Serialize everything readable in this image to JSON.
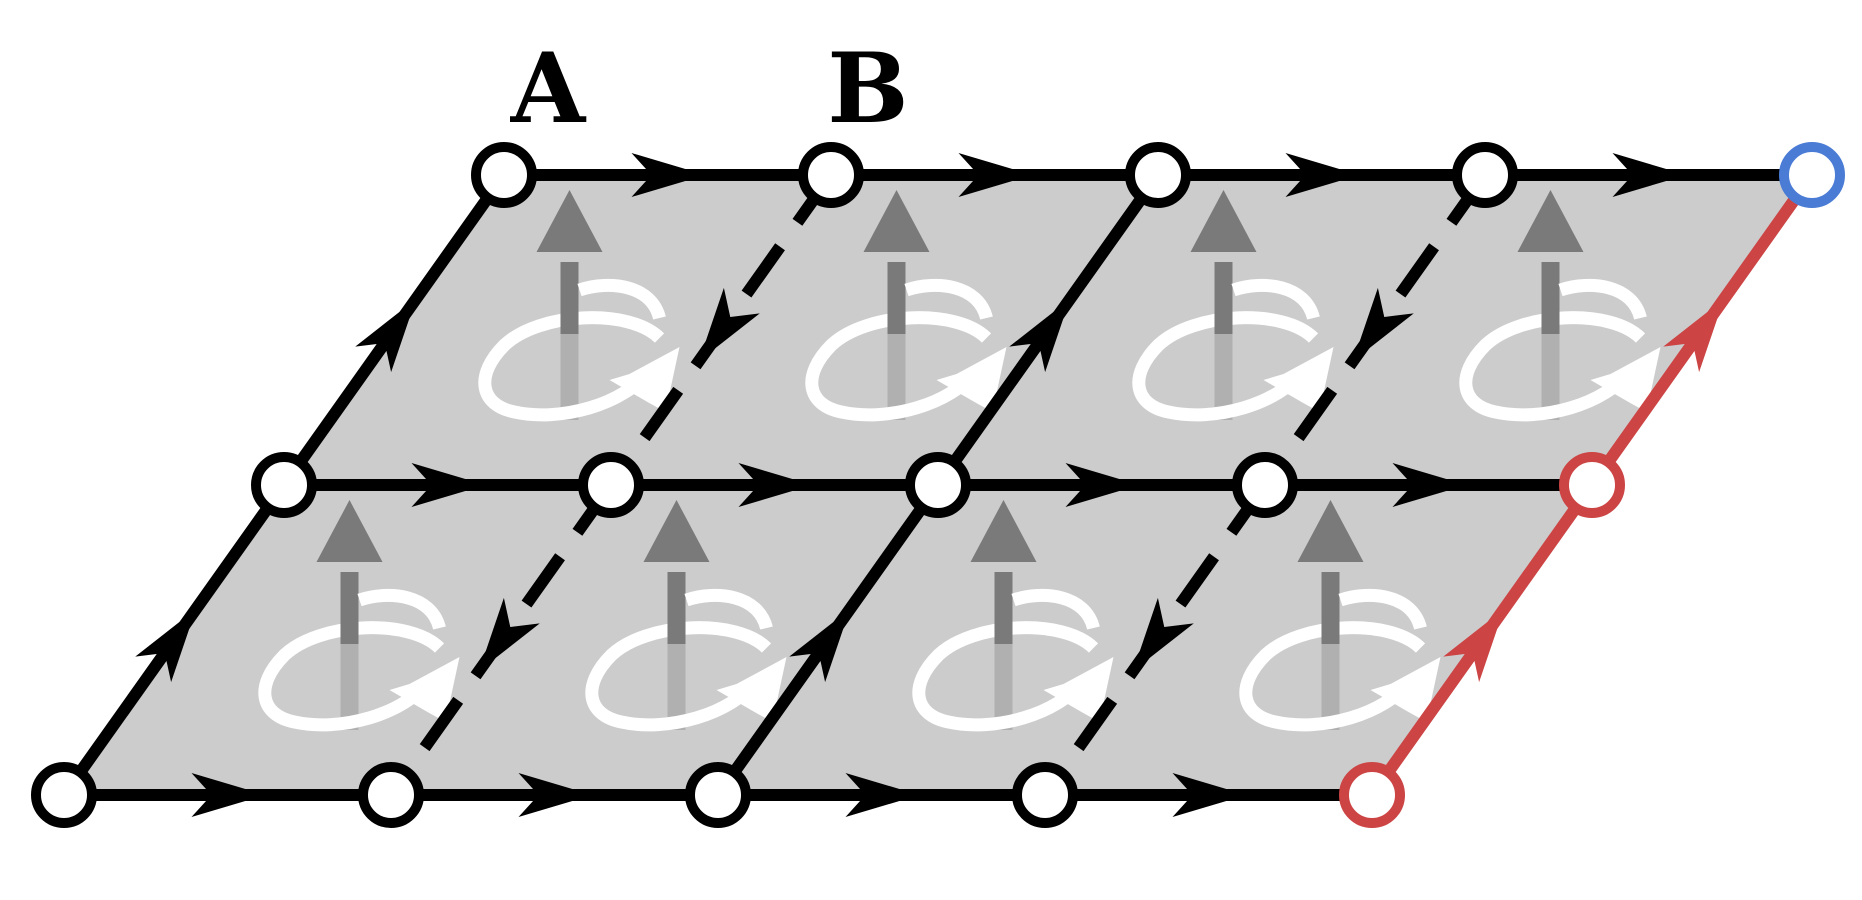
{
  "labels": {
    "site_a": "A",
    "site_b": "B"
  },
  "lattice": {
    "columns": 4,
    "rows": 2,
    "site_rows": 3,
    "site_columns": 5,
    "dashed_diagonal_columns": [
      1,
      3
    ]
  },
  "colors": {
    "plaquette_fill": "#cccccc",
    "bond": "#000000",
    "edge_highlight": "#cc4444",
    "corner_site": "#4a7cd6",
    "flux_arrow_upper": "#7a7a7a",
    "flux_arrow_lower": "#b0b0b0",
    "circulation": "#ffffff",
    "site_fill": "#ffffff"
  },
  "highlight": {
    "red_sites": [
      [
        0,
        4
      ],
      [
        1,
        4
      ]
    ],
    "blue_sites": [
      [
        2,
        4
      ]
    ],
    "red_bonds": "rightmost-diagonal"
  },
  "icons": {
    "flux": "up-arrow-icon",
    "circulation": "circular-arrow-icon",
    "site": "open-circle-icon",
    "bond_arrow": "direction-arrowhead-icon"
  }
}
